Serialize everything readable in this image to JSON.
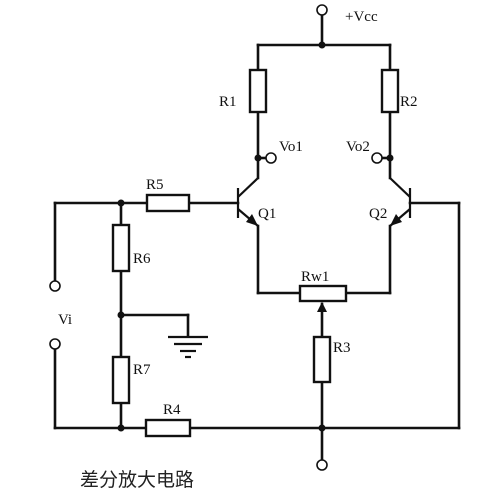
{
  "labels": {
    "vcc": "+Vcc",
    "vo1": "Vo1",
    "vo2": "Vo2",
    "r1": "R1",
    "r2": "R2",
    "r3": "R3",
    "r4": "R4",
    "r5": "R5",
    "r6": "R6",
    "r7": "R7",
    "rw1": "Rw1",
    "q1": "Q1",
    "q2": "Q2",
    "vi": "Vi"
  },
  "caption": "差分放大电路"
}
